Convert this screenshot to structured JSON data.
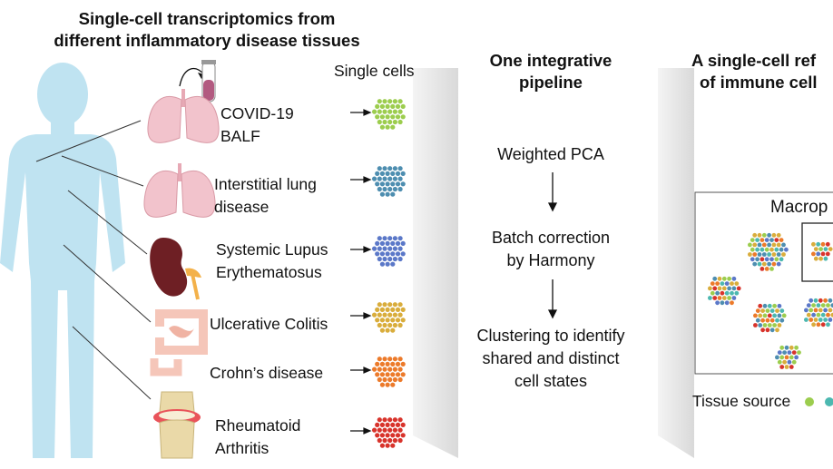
{
  "left_panel": {
    "title_line1": "Single-cell transcriptomics from",
    "title_line2": "different inflammatory disease tissues",
    "single_cells_header": "Single cells",
    "diseases": [
      {
        "line1": "COVID-19",
        "line2": "BALF",
        "organ": "lungs-with-tube-icon",
        "cluster_color": "#9ccd4e"
      },
      {
        "line1": "Interstitial lung",
        "line2": "disease",
        "organ": "lungs-icon",
        "cluster_color": "#4e8eb0"
      },
      {
        "line1": "Systemic Lupus",
        "line2": "Erythematosus",
        "organ": "kidney-icon",
        "cluster_color": "#5b78c8"
      },
      {
        "line1": "Ulcerative Colitis",
        "line2": "",
        "organ": "colon-icon",
        "cluster_color": "#d9ad3c"
      },
      {
        "line1": "Crohn’s disease",
        "line2": "",
        "organ": "intestine-icon",
        "cluster_color": "#ec7a2a"
      },
      {
        "line1": "Rheumatoid",
        "line2": "Arthritis",
        "organ": "knee-joint-icon",
        "cluster_color": "#d8332b"
      }
    ]
  },
  "middle_panel": {
    "title_line1": "One integrative",
    "title_line2": "pipeline",
    "step1": "Weighted PCA",
    "step2_line1": "Batch correction",
    "step2_line2": "by Harmony",
    "step3_line1": "Clustering to identify",
    "step3_line2": "shared and distinct",
    "step3_line3": "cell states"
  },
  "right_panel": {
    "title_line1": "A single-cell ref",
    "title_line2": "of immune cell",
    "box_label": "Macrop",
    "legend_label": "Tissue source",
    "legend_colors": [
      "#9ccd4e",
      "#4cb8b0"
    ]
  },
  "colors": {
    "body": "#bfe3f1",
    "lung": "#f2c3cc",
    "kidney": "#6e1f24",
    "funnel": "#e9e9e9",
    "tube_fluid": "#b25a80"
  }
}
